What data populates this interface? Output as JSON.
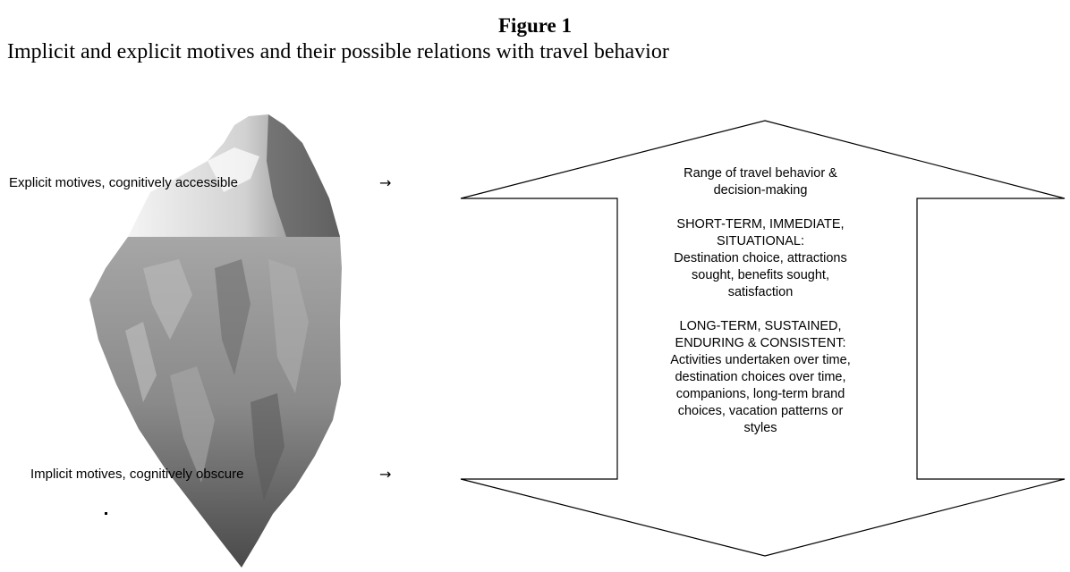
{
  "figure": {
    "title": "Figure 1",
    "subtitle": "Implicit and explicit motives and their possible relations with travel behavior"
  },
  "iceberg": {
    "explicit_label": "Explicit motives, cognitively accessible",
    "implicit_label": "Implicit motives, cognitively obscure",
    "arrow_glyph": "→"
  },
  "behavior_box": {
    "heading": "Range of travel behavior &\ndecision-making",
    "short_term": "SHORT-TERM, IMMEDIATE,\nSITUATIONAL:\nDestination choice, attractions\nsought, benefits sought,\nsatisfaction",
    "long_term": "LONG-TERM, SUSTAINED,\nENDURING & CONSISTENT:\nActivities undertaken over time,\ndestination choices over time,\ncompanions, long-term brand\nchoices, vacation patterns or\nstyles"
  }
}
